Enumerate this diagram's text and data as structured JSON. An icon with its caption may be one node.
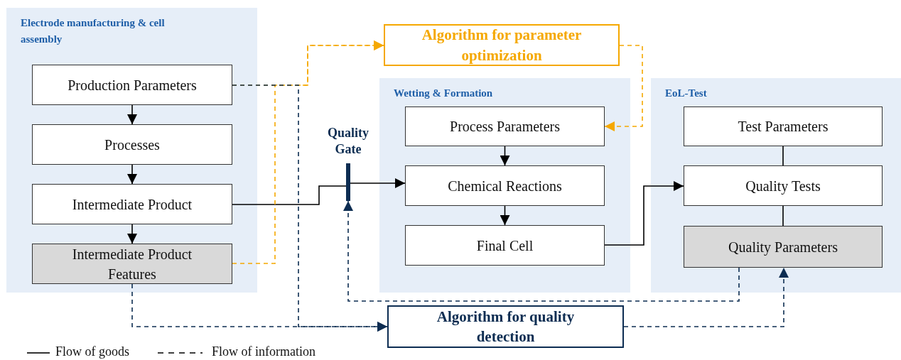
{
  "diagram": {
    "nodes": [
      {
        "text": [
          "Electrode manufacturing & cell assembly"
        ]
      },
      {
        "text": [
          "Production Parameters"
        ],
        "in": 0
      },
      {
        "text": [
          "Processes"
        ],
        "in": 0
      },
      {
        "text": [
          "Intermediate Product"
        ],
        "in": 0
      },
      {
        "text": [
          "Intermediate Product Features"
        ],
        "in": 0
      },
      {
        "text": [
          "Algorithm for parameter optimization"
        ]
      },
      {
        "text": [
          "Wetting & Formation"
        ]
      },
      {
        "text": [
          "Process Parameters"
        ],
        "in": 6
      },
      {
        "text": [
          "Chemical Reactions"
        ],
        "in": 6
      },
      {
        "text": [
          "Final Cell"
        ],
        "in": 6
      },
      {
        "text": [
          "EoL-Test"
        ]
      },
      {
        "text": [
          "Test Parameters"
        ],
        "in": 10
      },
      {
        "text": [
          "Quality Tests"
        ],
        "in": 10
      },
      {
        "text": [
          "Quality Parameters"
        ],
        "in": 10
      },
      {
        "text": [
          "Quality Gate"
        ]
      },
      {
        "text": [
          "Algorithm for quality detection"
        ]
      }
    ],
    "edges": [
      {
        "from": 1,
        "to": 2,
        "arrow": "to"
      },
      {
        "from": 2,
        "to": 3,
        "arrow": "to"
      },
      {
        "from": 3,
        "to": 4,
        "arrow": "to"
      },
      {
        "from": 3,
        "to": 14,
        "arrow": "none"
      },
      {
        "from": 14,
        "to": 8,
        "arrow": "to"
      },
      {
        "from": 7,
        "to": 8,
        "arrow": "to"
      },
      {
        "from": 8,
        "to": 9,
        "arrow": "to"
      },
      {
        "from": 9,
        "to": 12,
        "arrow": "to"
      },
      {
        "from": 11,
        "to": 12,
        "arrow": "none"
      },
      {
        "from": 12,
        "to": 13,
        "arrow": "none"
      },
      {
        "from": 1,
        "to": 5,
        "arrow": "to",
        "style": "dashed",
        "color": "#f5a800"
      },
      {
        "from": 4,
        "to": 5,
        "arrow": "to",
        "style": "dashed",
        "color": "#f5a800"
      },
      {
        "from": 5,
        "to": 7,
        "arrow": "to",
        "style": "dashed",
        "color": "#f5a800"
      },
      {
        "from": 1,
        "to": 15,
        "arrow": "to",
        "style": "dashed",
        "color": "#0d2d52"
      },
      {
        "from": 4,
        "to": 15,
        "arrow": "to",
        "style": "dashed",
        "color": "#0d2d52"
      },
      {
        "from": 13,
        "to": 14,
        "arrow": "to",
        "style": "dashed",
        "color": "#0d2d52"
      },
      {
        "from": 15,
        "to": 13,
        "arrow": "to",
        "style": "dashed",
        "color": "#0d2d52"
      }
    ],
    "legend": [
      {
        "text": "Flow of goods"
      },
      {
        "text": "Flow of information"
      }
    ]
  }
}
